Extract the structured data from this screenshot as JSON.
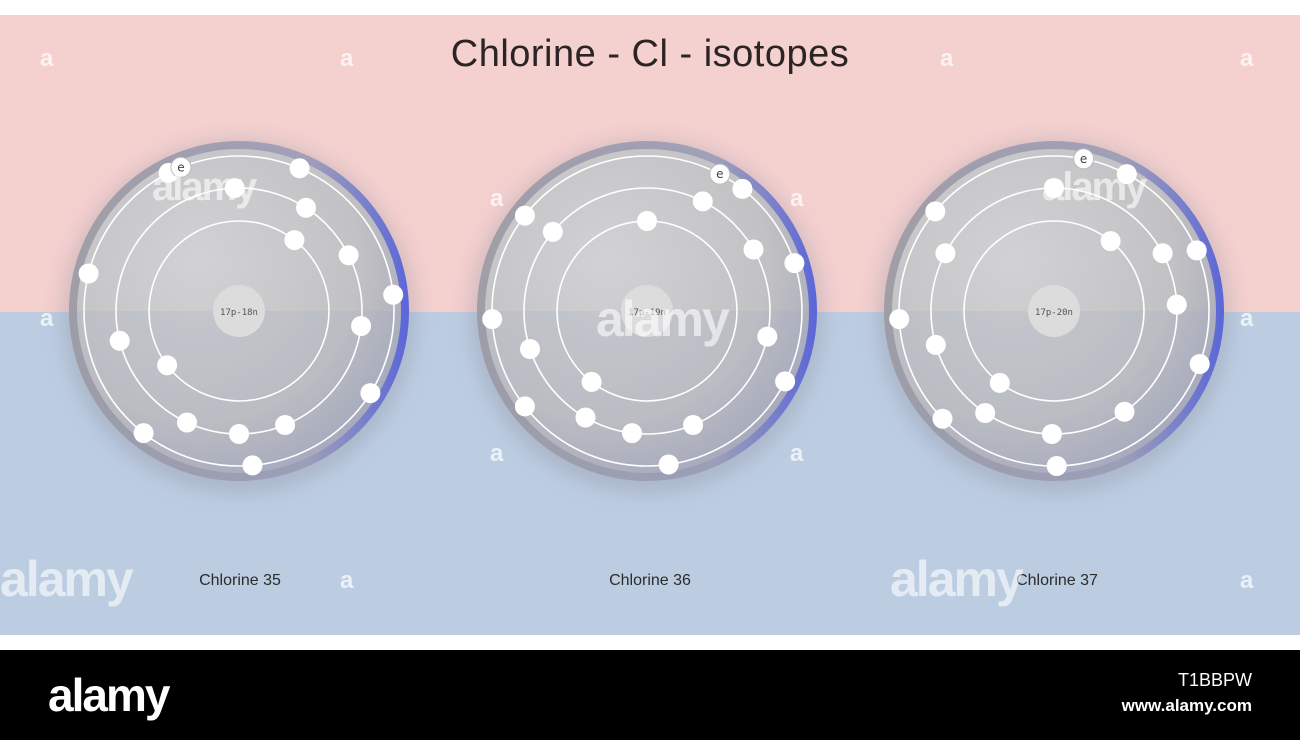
{
  "diagram": {
    "title": "Chlorine - Cl - isotopes",
    "colors": {
      "top_band": "#f4d0cf",
      "bottom_band": "#bccde2",
      "atom_body": "#c2c2c4",
      "atom_rim": "#8f95c8",
      "orbit": "#ffffff",
      "electron": "#ffffff"
    },
    "electron_symbol": "e",
    "isotopes": [
      {
        "label": "Chlorine 35",
        "nucleus": "17p-18n",
        "shells": [
          2,
          8,
          7
        ]
      },
      {
        "label": "Chlorine 36",
        "nucleus": "17p-19n",
        "shells": [
          2,
          8,
          7
        ]
      },
      {
        "label": "Chlorine 37",
        "nucleus": "17p-20n",
        "shells": [
          2,
          8,
          7
        ]
      }
    ]
  },
  "watermark": {
    "letter": "a",
    "brand": "alamy",
    "image_id": "T1BBPW",
    "url": "www.alamy.com"
  }
}
